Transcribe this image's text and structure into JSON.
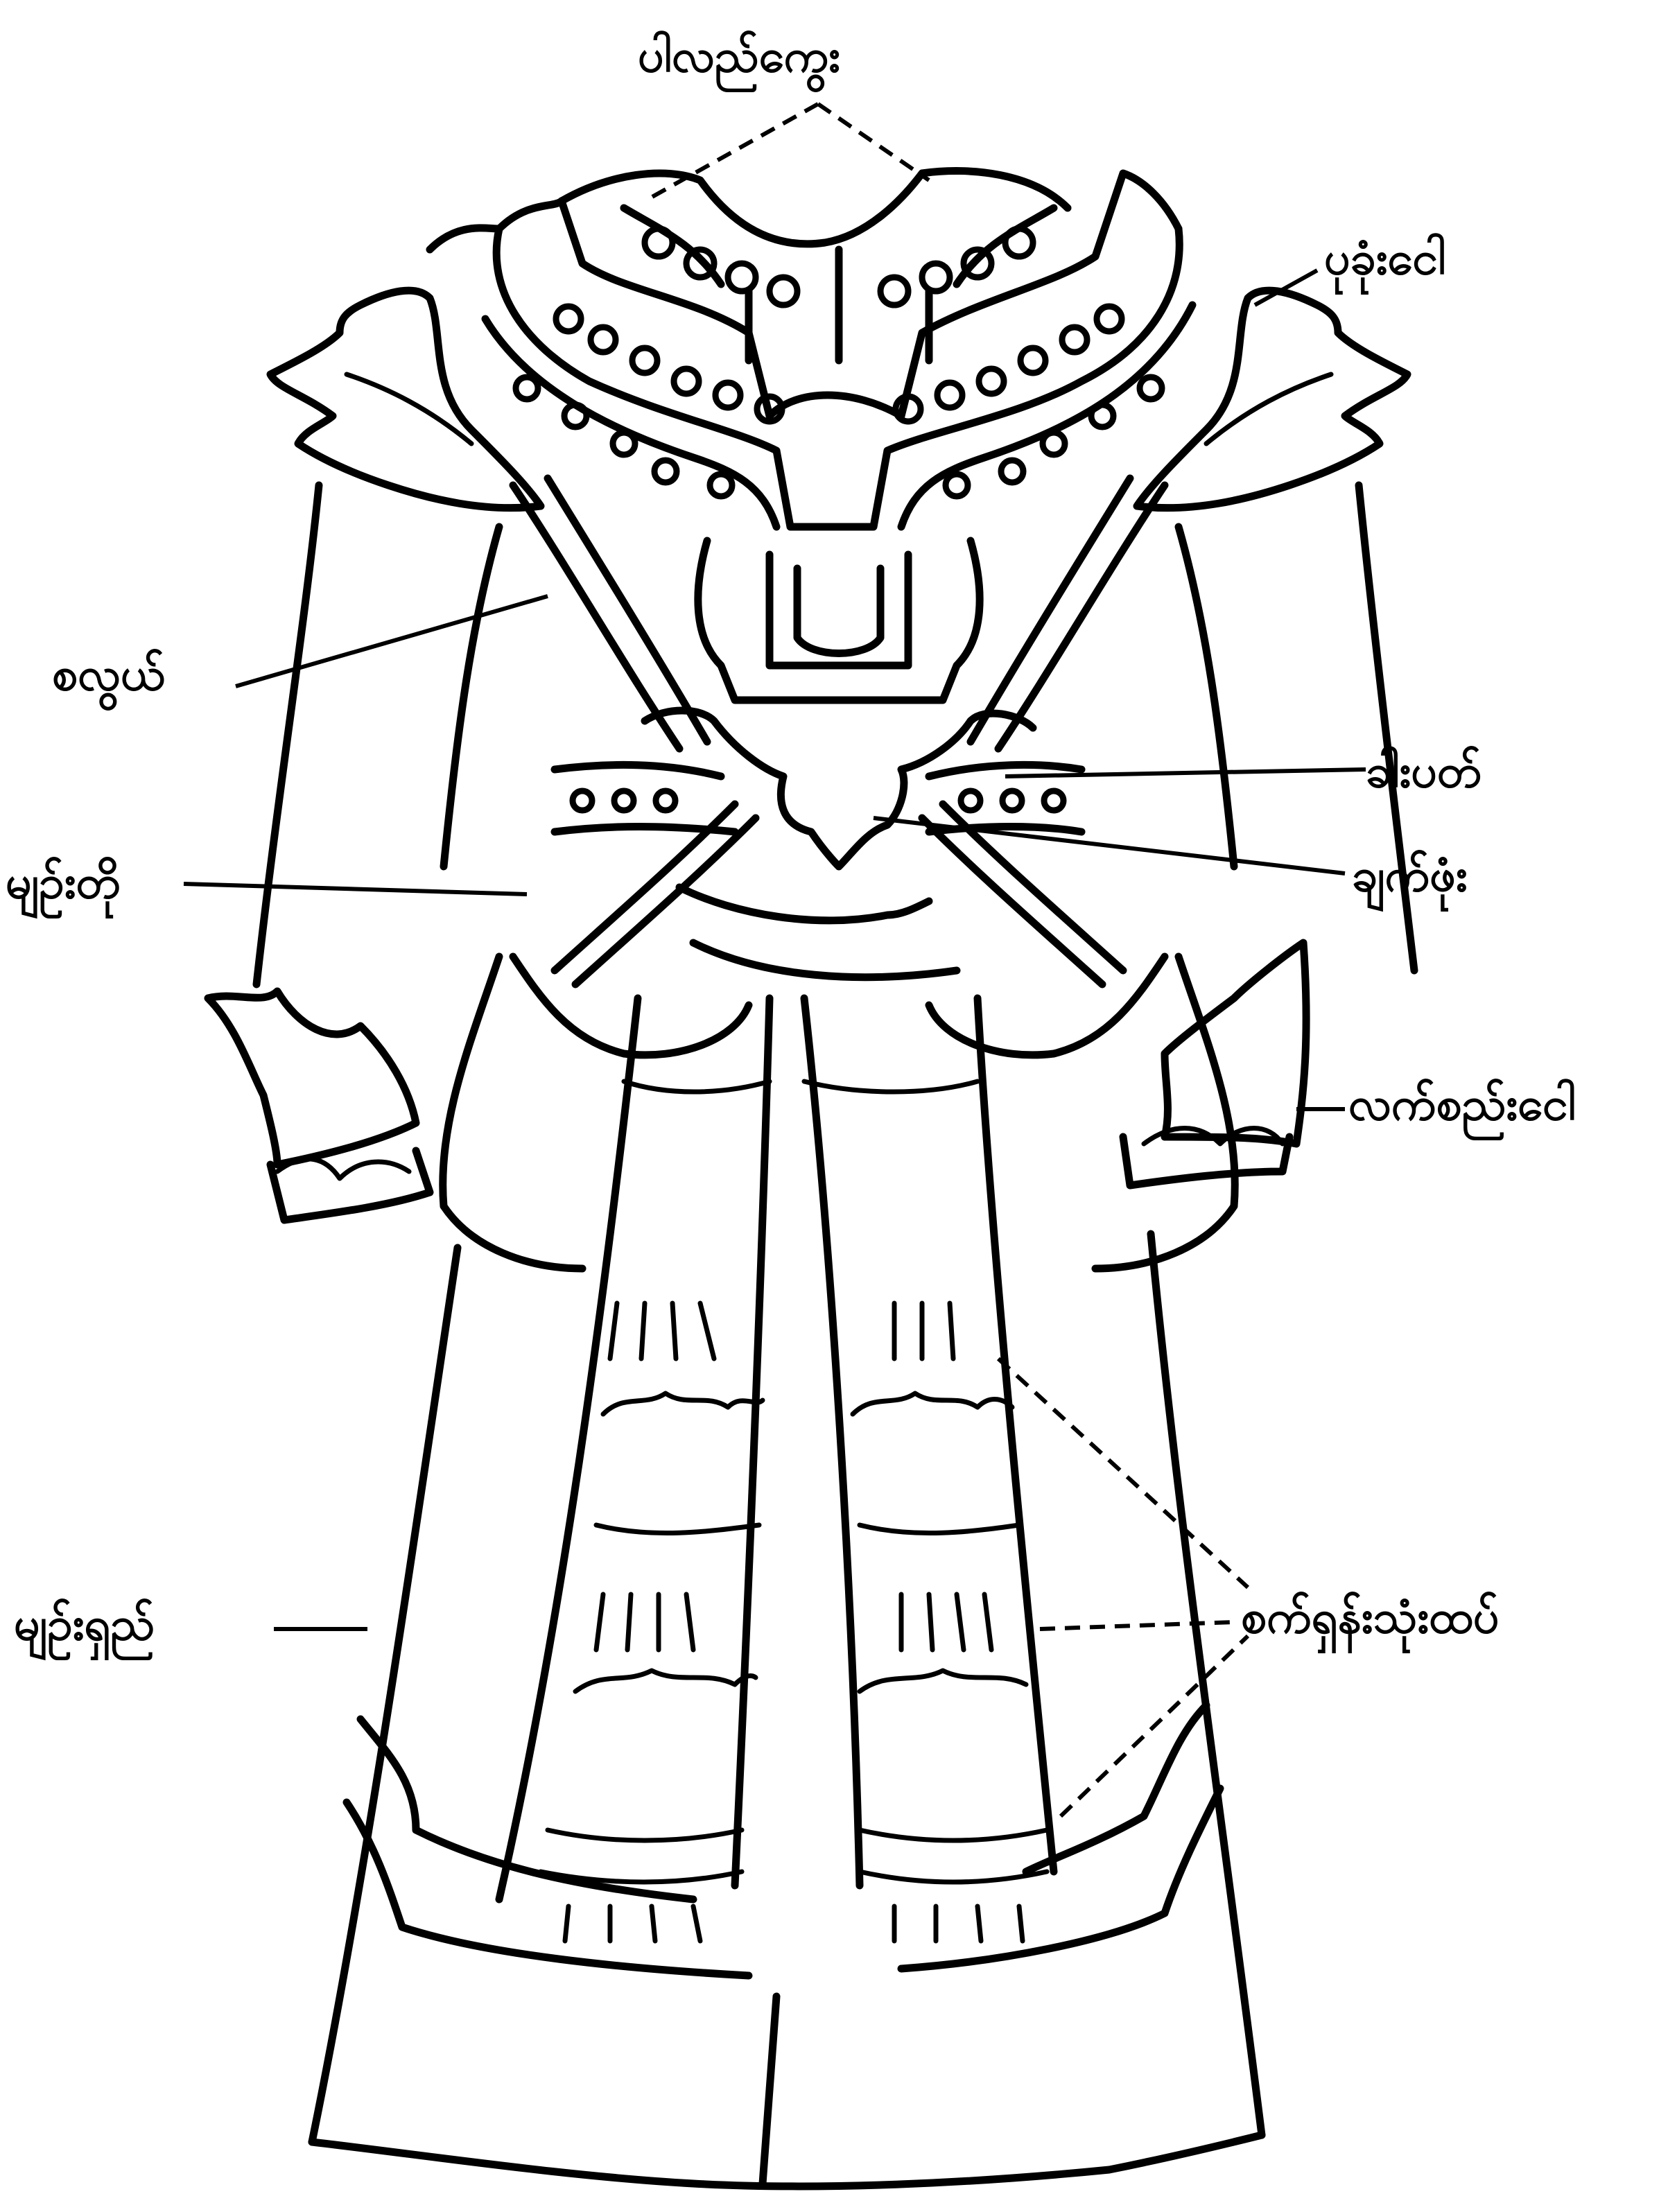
{
  "labels": {
    "head_collar": "ပါလည်ကွေး",
    "shoulder": "ပုခုံးငေါ",
    "strap": "စလွယ်",
    "belt": "ခါးပတ်",
    "bow": "ချက်ဖုံး",
    "short_skirt": "မျဉ်းတို",
    "cuff": "လက်စည်းငေါ",
    "long_skirt": "မျဉ်းရှည်",
    "panel_tiers": "စက်ရှန်းသုံးထပ်"
  }
}
